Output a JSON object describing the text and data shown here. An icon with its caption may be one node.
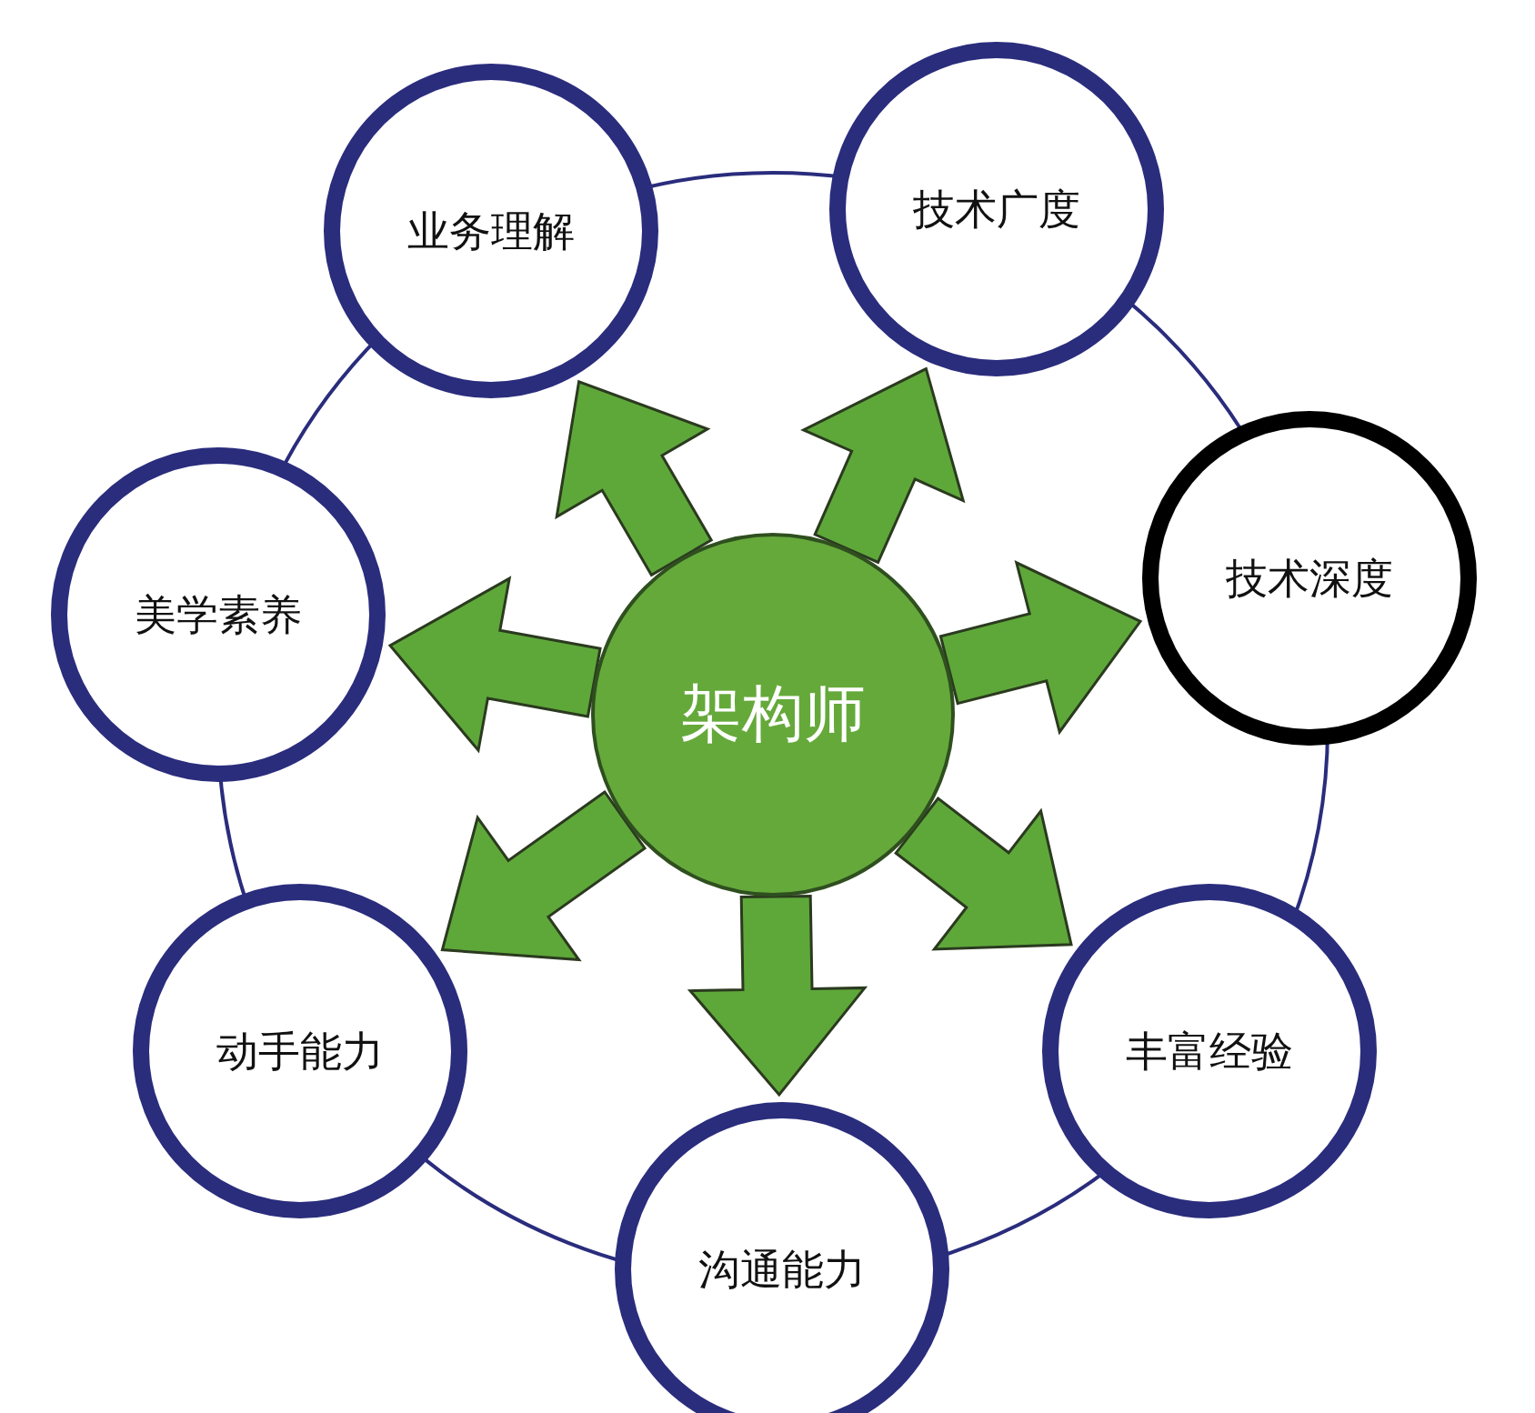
{
  "diagram": {
    "nodes": [
      {
        "text": [
          "架构师"
        ]
      },
      {
        "text": [
          "业务理解"
        ]
      },
      {
        "text": [
          "技术广度"
        ]
      },
      {
        "text": [
          "美学素养"
        ]
      },
      {
        "text": [
          "技术深度"
        ]
      },
      {
        "text": [
          "动手能力"
        ]
      },
      {
        "text": [
          "丰富经验"
        ]
      },
      {
        "text": [
          "沟通能力"
        ]
      }
    ],
    "edges": [
      {
        "from": 0,
        "to": 1,
        "arrow": "to"
      },
      {
        "from": 0,
        "to": 2,
        "arrow": "to"
      },
      {
        "from": 0,
        "to": 3,
        "arrow": "to"
      },
      {
        "from": 0,
        "to": 4,
        "arrow": "to"
      },
      {
        "from": 0,
        "to": 5,
        "arrow": "to"
      },
      {
        "from": 0,
        "to": 6,
        "arrow": "to"
      },
      {
        "from": 0,
        "to": 7,
        "arrow": "to"
      }
    ]
  }
}
